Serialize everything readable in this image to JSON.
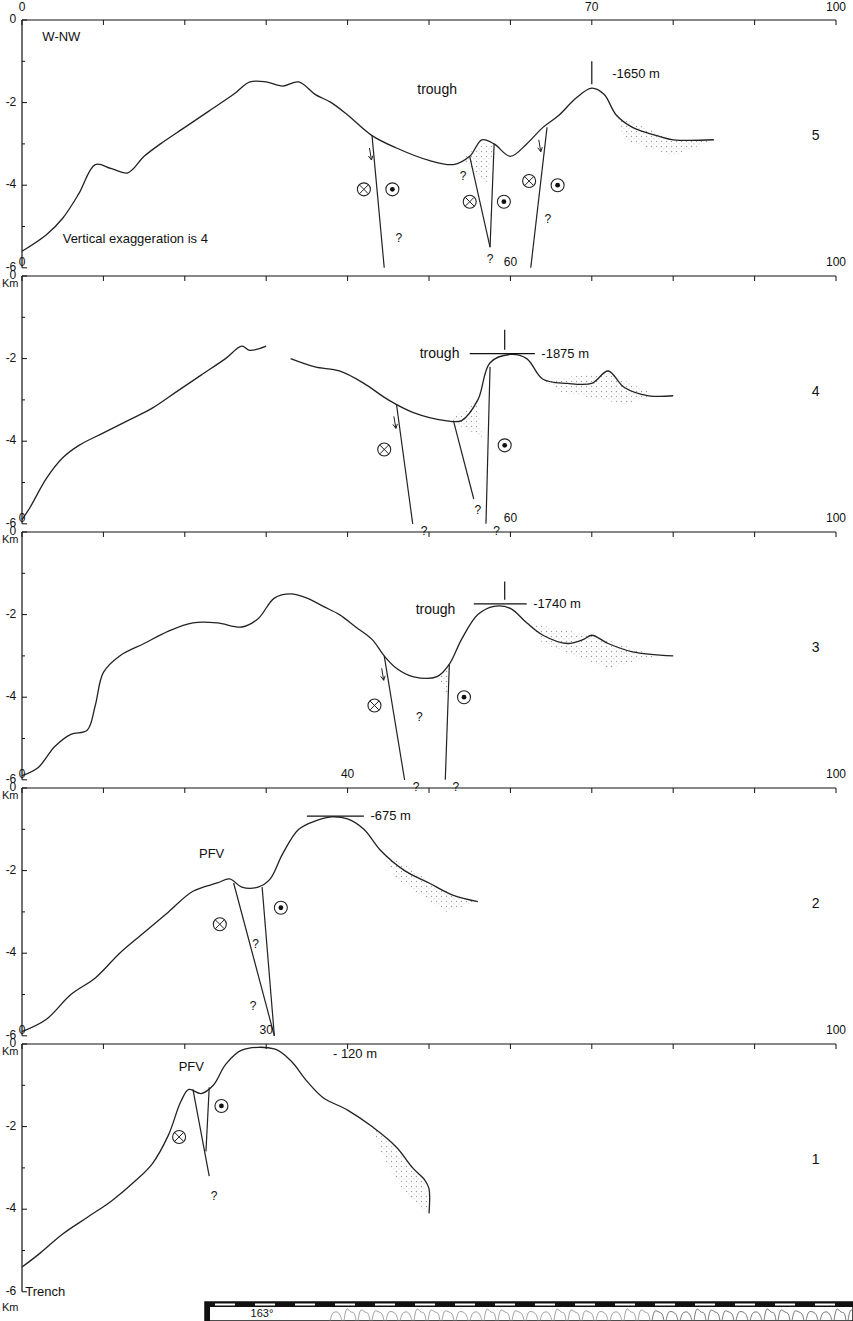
{
  "diagram": {
    "labels": [
      "0",
      "70",
      "100",
      "0",
      "-2",
      "-4",
      "-6",
      "Km",
      "W-NW",
      "trough",
      "-1650 m",
      "5",
      "Vertical exaggeration is 4",
      "?",
      "?",
      "?",
      "?",
      "0",
      "60",
      "100",
      "0",
      "-2",
      "-4",
      "-6",
      "Km",
      "trough",
      "-1875 m",
      "4",
      "?",
      "?",
      "?",
      "0",
      "60",
      "100",
      "0",
      "-2",
      "-4",
      "-6",
      "Km",
      "trough",
      "-1740 m",
      "3",
      "?",
      "?",
      "?",
      "0",
      "40",
      "100",
      "0",
      "-2",
      "-4",
      "-6",
      "Km",
      "PFV",
      "-675 m",
      "2",
      "?",
      "?",
      "0",
      "30",
      "100",
      "0",
      "-2",
      "-4",
      "-6",
      "Km",
      "PFV",
      "- 120 m",
      "1",
      "?",
      "Trench",
      "163°"
    ]
  }
}
